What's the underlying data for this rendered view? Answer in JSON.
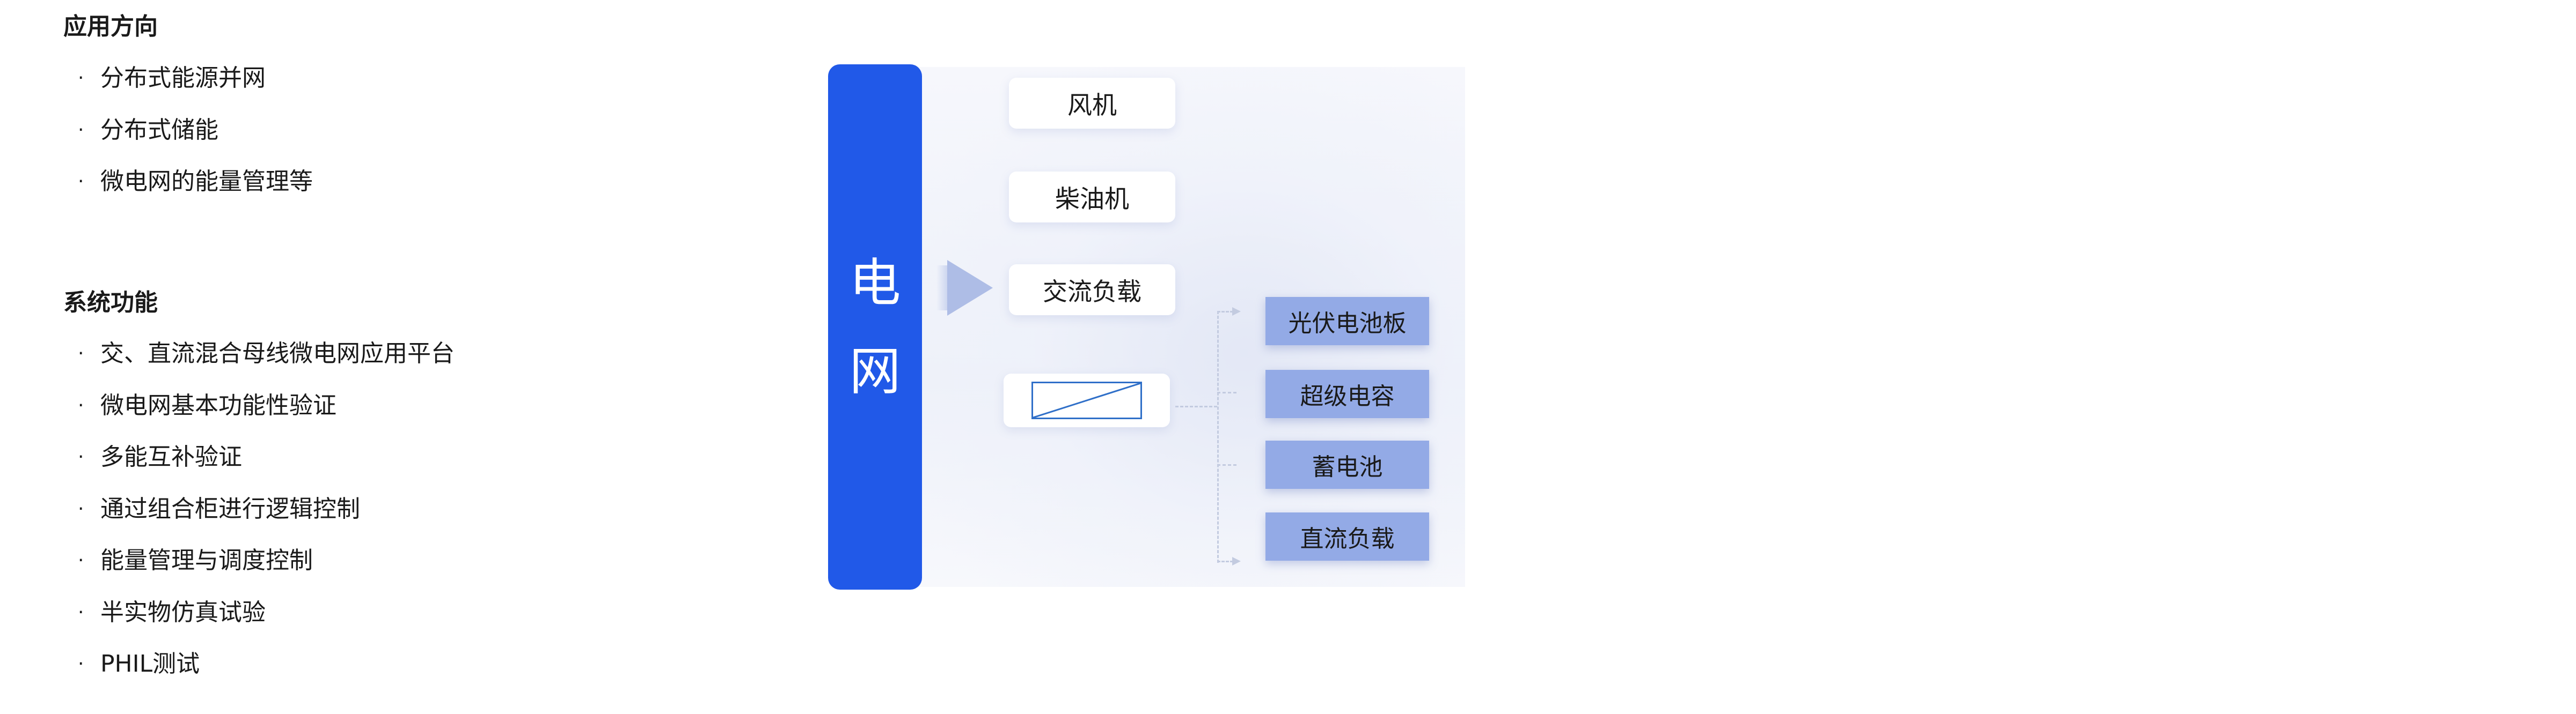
{
  "applications": {
    "title": "应用方向",
    "items": [
      "分布式能源并网",
      "分布式储能",
      "微电网的能量管理等"
    ]
  },
  "functions": {
    "title": "系统功能",
    "items": [
      "交、直流混合母线微电网应用平台",
      "微电网基本功能性验证",
      "多能互补验证",
      "通过组合柜进行逻辑控制",
      "能量管理与调度控制",
      "半实物仿真试验",
      "PHIL测试"
    ]
  },
  "bullet": "·",
  "diagram": {
    "grid_label_1": "电",
    "grid_label_2": "网",
    "ac_nodes": [
      "风机",
      "柴油机",
      "交流负载"
    ],
    "dc_nodes": [
      "光伏电池板",
      "超级电容",
      "蓄电池",
      "直流负载"
    ],
    "converter_icon": "ac-dc-converter-icon"
  },
  "colors": {
    "grid_blue": "#2159e8",
    "dc_box": "#93aae6",
    "arrow": "#aebde6",
    "converter_stroke": "#2f6fc8"
  }
}
